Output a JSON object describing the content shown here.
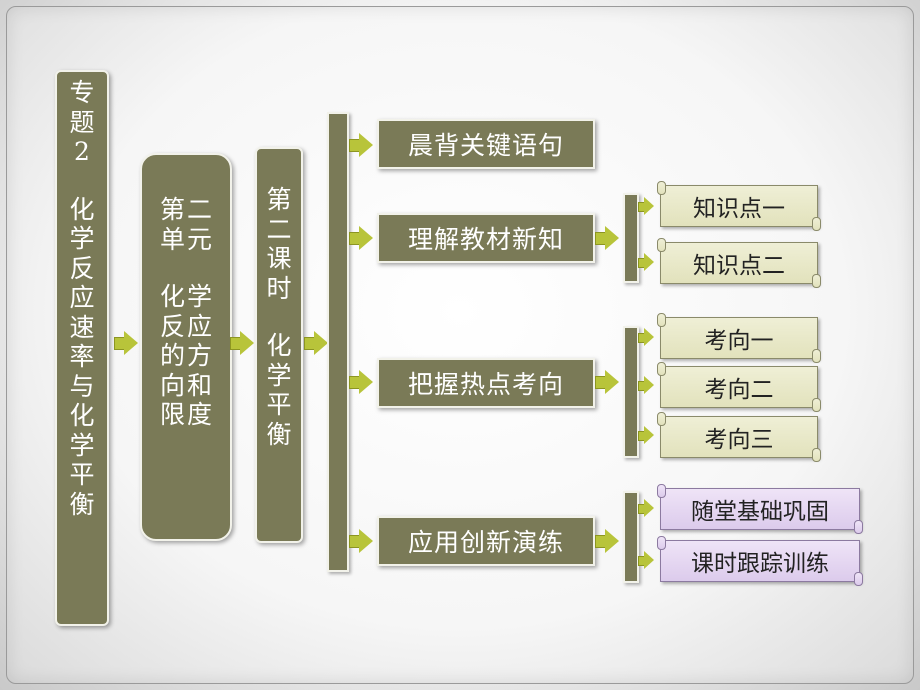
{
  "topic": {
    "line1": [
      "专",
      "题",
      "2"
    ],
    "line2": [
      "化",
      "学",
      "反",
      "应",
      "速",
      "率",
      "与",
      "化",
      "学",
      "平",
      "衡"
    ]
  },
  "unit": {
    "col1": [
      "第",
      "单",
      "化",
      "反",
      "的",
      "向",
      "限"
    ],
    "col2": [
      "二",
      "元",
      "学",
      "应",
      "方",
      "和",
      "度"
    ]
  },
  "lesson": {
    "col1": [
      "第",
      "二",
      "课",
      "时"
    ],
    "col2": [
      "化",
      "学",
      "平",
      "衡"
    ]
  },
  "sections": [
    {
      "label": "晨背关键语句"
    },
    {
      "label": "理解教材新知",
      "children": [
        "知识点一",
        "知识点二"
      ]
    },
    {
      "label": "把握热点考向",
      "children": [
        "考向一",
        "考向二",
        "考向三"
      ]
    },
    {
      "label": "应用创新演练",
      "children": [
        "随堂基础巩固",
        "课时跟踪训练"
      ]
    }
  ],
  "colors": {
    "box": "#7a7a57",
    "arrow": "#b8c43a",
    "scroll": "#e6e6c4",
    "scroll_purple": "#dccbec"
  }
}
